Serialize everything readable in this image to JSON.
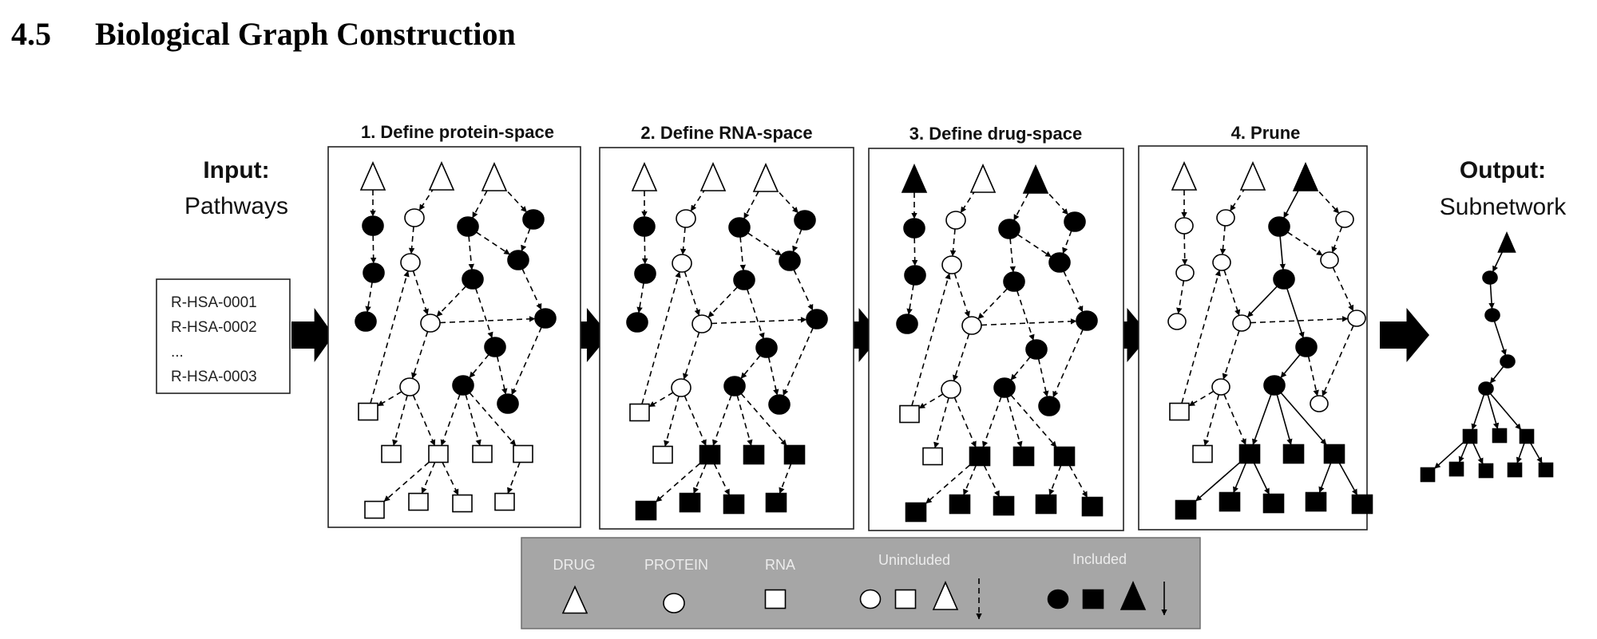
{
  "section": {
    "number": "4.5",
    "title": "Biological Graph Construction"
  },
  "input": {
    "heading": "Input:",
    "subheading": "Pathways",
    "items": [
      "R-HSA-0001",
      "R-HSA-0002",
      "...",
      "R-HSA-0003"
    ]
  },
  "output": {
    "heading": "Output:",
    "subheading": "Subnetwork"
  },
  "panels": [
    {
      "title": "1. Define protein-space"
    },
    {
      "title": "2. Define RNA-space"
    },
    {
      "title": "3. Define drug-space"
    },
    {
      "title": "4. Prune"
    }
  ],
  "graph": {
    "nodes": [
      {
        "id": "t1",
        "type": "drug"
      },
      {
        "id": "t2",
        "type": "drug"
      },
      {
        "id": "t3",
        "type": "drug"
      },
      {
        "id": "pa1",
        "type": "protein"
      },
      {
        "id": "pa2",
        "type": "protein"
      },
      {
        "id": "pa3",
        "type": "protein"
      },
      {
        "id": "pb1",
        "type": "protein"
      },
      {
        "id": "pb2",
        "type": "protein"
      },
      {
        "id": "pb3",
        "type": "protein"
      },
      {
        "id": "pb4",
        "type": "protein"
      },
      {
        "id": "pc1",
        "type": "protein"
      },
      {
        "id": "pd1",
        "type": "protein"
      },
      {
        "id": "pc2",
        "type": "protein"
      },
      {
        "id": "pd2",
        "type": "protein"
      },
      {
        "id": "pd3",
        "type": "protein"
      },
      {
        "id": "pc3",
        "type": "protein"
      },
      {
        "id": "pc4",
        "type": "protein"
      },
      {
        "id": "pd4",
        "type": "protein"
      },
      {
        "id": "r0",
        "type": "rna"
      },
      {
        "id": "r1",
        "type": "rna"
      },
      {
        "id": "r2",
        "type": "rna"
      },
      {
        "id": "r3",
        "type": "rna"
      },
      {
        "id": "r4",
        "type": "rna"
      },
      {
        "id": "s1",
        "type": "rna"
      },
      {
        "id": "s2",
        "type": "rna"
      },
      {
        "id": "s3",
        "type": "rna"
      },
      {
        "id": "s4",
        "type": "rna"
      },
      {
        "id": "s5",
        "type": "rna"
      }
    ],
    "edges": [
      [
        "t1",
        "pa1"
      ],
      [
        "pa1",
        "pa2"
      ],
      [
        "pa2",
        "pa3"
      ],
      [
        "t2",
        "pb1"
      ],
      [
        "pb1",
        "pb2"
      ],
      [
        "pb2",
        "pb3"
      ],
      [
        "pb3",
        "pb4"
      ],
      [
        "t3",
        "pc1"
      ],
      [
        "t3",
        "pd1"
      ],
      [
        "pc1",
        "pd2"
      ],
      [
        "pd1",
        "pd2"
      ],
      [
        "pc1",
        "pc2"
      ],
      [
        "pc2",
        "pb3"
      ],
      [
        "pc2",
        "pc3"
      ],
      [
        "pd2",
        "pd3"
      ],
      [
        "pb3",
        "pd3"
      ],
      [
        "pd3",
        "pd4"
      ],
      [
        "pc3",
        "pc4"
      ],
      [
        "pc3",
        "pd4"
      ],
      [
        "r0",
        "pb2"
      ],
      [
        "pb4",
        "r0"
      ],
      [
        "pb4",
        "r1"
      ],
      [
        "pb4",
        "r2"
      ],
      [
        "pc4",
        "r2"
      ],
      [
        "pc4",
        "r3"
      ],
      [
        "pc4",
        "r4"
      ],
      [
        "r2",
        "s1"
      ],
      [
        "r2",
        "s2"
      ],
      [
        "r2",
        "s3"
      ],
      [
        "r4",
        "s4"
      ],
      [
        "r4",
        "s5"
      ]
    ],
    "panel_states": [
      {
        "included": [
          "pa1",
          "pa2",
          "pa3",
          "pc1",
          "pd1",
          "pd2",
          "pc2",
          "pd3",
          "pc3",
          "pc4",
          "pd4"
        ],
        "hidden": [
          "s5"
        ],
        "solid_edges": []
      },
      {
        "included": [
          "pa1",
          "pa2",
          "pa3",
          "pc1",
          "pd1",
          "pd2",
          "pc2",
          "pd3",
          "pc3",
          "pc4",
          "pd4",
          "r2",
          "r3",
          "r4",
          "s1",
          "s2",
          "s3",
          "s4"
        ],
        "hidden": [
          "s5"
        ],
        "solid_edges": []
      },
      {
        "included": [
          "t1",
          "t3",
          "pa1",
          "pa2",
          "pa3",
          "pc1",
          "pd1",
          "pd2",
          "pc2",
          "pd3",
          "pc3",
          "pc4",
          "pd4",
          "r2",
          "r3",
          "r4",
          "s1",
          "s2",
          "s3",
          "s4",
          "s5"
        ],
        "hidden": [],
        "solid_edges": []
      },
      {
        "included": [
          "t3",
          "pc1",
          "pc2",
          "pc3",
          "pc4",
          "r2",
          "r3",
          "r4",
          "s1",
          "s2",
          "s3",
          "s4",
          "s5"
        ],
        "hidden": [],
        "solid_edges": [
          [
            "t3",
            "pc1"
          ],
          [
            "pc1",
            "pc2"
          ],
          [
            "pc2",
            "pb3"
          ],
          [
            "pc2",
            "pc3"
          ],
          [
            "pc3",
            "pc4"
          ],
          [
            "pc4",
            "r2"
          ],
          [
            "pc4",
            "r3"
          ],
          [
            "pc4",
            "r4"
          ],
          [
            "r2",
            "s1"
          ],
          [
            "r2",
            "s2"
          ],
          [
            "r2",
            "s3"
          ],
          [
            "r4",
            "s4"
          ],
          [
            "r4",
            "s5"
          ]
        ]
      }
    ]
  },
  "subnetwork": {
    "nodes": [
      {
        "id": "d",
        "type": "drug"
      },
      {
        "id": "c1",
        "type": "protein"
      },
      {
        "id": "c2",
        "type": "protein"
      },
      {
        "id": "c3",
        "type": "protein"
      },
      {
        "id": "c4",
        "type": "protein"
      },
      {
        "id": "q1",
        "type": "rna"
      },
      {
        "id": "q2",
        "type": "rna"
      },
      {
        "id": "q3",
        "type": "rna"
      },
      {
        "id": "u1",
        "type": "rna"
      },
      {
        "id": "u2",
        "type": "rna"
      },
      {
        "id": "u3",
        "type": "rna"
      },
      {
        "id": "u4",
        "type": "rna"
      },
      {
        "id": "u5",
        "type": "rna"
      }
    ],
    "edges": [
      [
        "d",
        "c1"
      ],
      [
        "c1",
        "c2"
      ],
      [
        "c2",
        "c3"
      ],
      [
        "c3",
        "c4"
      ],
      [
        "c4",
        "q1"
      ],
      [
        "c4",
        "q2"
      ],
      [
        "c4",
        "q3"
      ],
      [
        "q1",
        "u1"
      ],
      [
        "q1",
        "u2"
      ],
      [
        "q1",
        "u3"
      ],
      [
        "q3",
        "u4"
      ],
      [
        "q3",
        "u5"
      ]
    ]
  },
  "legend": {
    "type_labels": [
      {
        "label": "DRUG",
        "shape": "triangle"
      },
      {
        "label": "PROTEIN",
        "shape": "circle"
      },
      {
        "label": "RNA",
        "shape": "square"
      }
    ],
    "unincluded_label": "Unincluded",
    "included_label": "Included",
    "unincluded_shapes": [
      "circle",
      "square",
      "triangle",
      "dashed-arrow"
    ],
    "included_shapes": [
      "circle",
      "square",
      "triangle",
      "solid-arrow"
    ],
    "background_color": "#a6a6a6",
    "label_color": "#ececec"
  }
}
